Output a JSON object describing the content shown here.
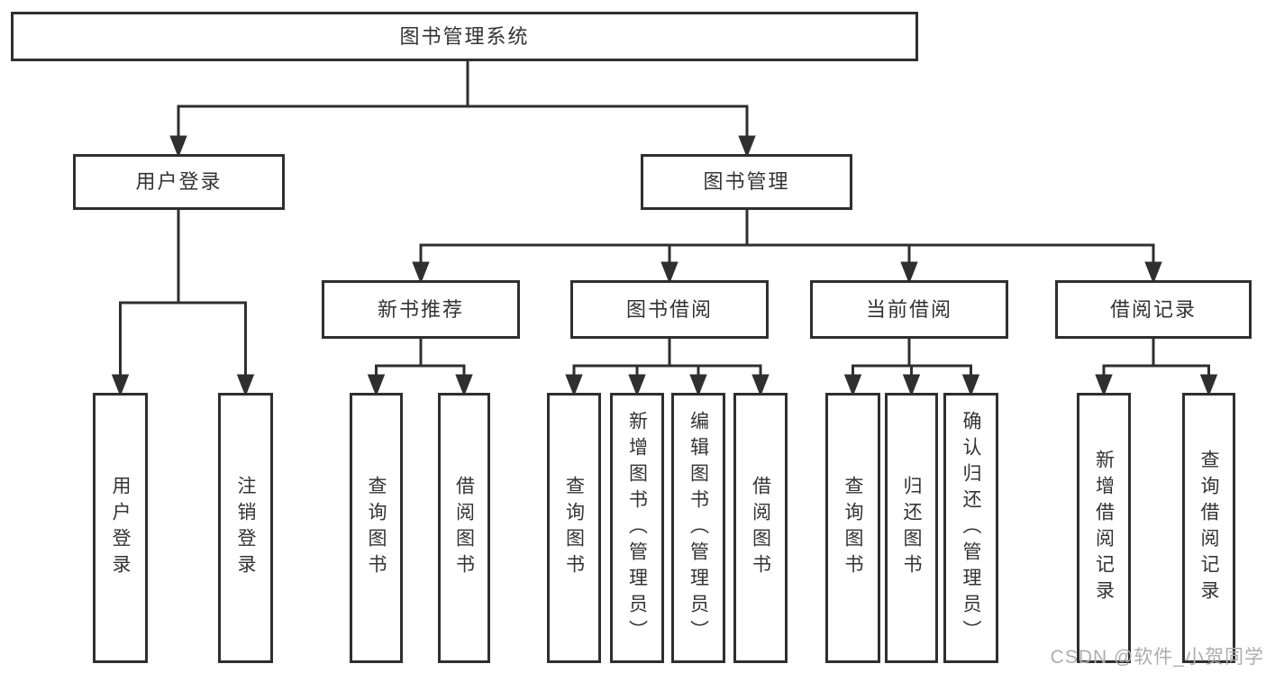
{
  "diagram": {
    "root": {
      "label": "图书管理系统"
    },
    "user_branch": {
      "label": "用户登录",
      "children": [
        {
          "label": "用户登录"
        },
        {
          "label": "注销登录"
        }
      ]
    },
    "book_branch": {
      "label": "图书管理",
      "groups": [
        {
          "label": "新书推荐",
          "children": [
            {
              "label": "查询图书"
            },
            {
              "label": "借阅图书"
            }
          ]
        },
        {
          "label": "图书借阅",
          "children": [
            {
              "label": "查询图书"
            },
            {
              "label": "新增图书（管理员）"
            },
            {
              "label": "编辑图书（管理员）"
            },
            {
              "label": "借阅图书"
            }
          ]
        },
        {
          "label": "当前借阅",
          "children": [
            {
              "label": "查询图书"
            },
            {
              "label": "归还图书"
            },
            {
              "label": "确认归还（管理员）"
            }
          ]
        },
        {
          "label": "借阅记录",
          "children": [
            {
              "label": "新增借阅记录"
            },
            {
              "label": "查询借阅记录"
            }
          ]
        }
      ]
    },
    "watermark": "CSDN @软件_小贺同学",
    "colors": {
      "line": "#2f2f2f",
      "text": "#333333",
      "background": "#ffffff",
      "watermark": "#a9adb3"
    }
  }
}
